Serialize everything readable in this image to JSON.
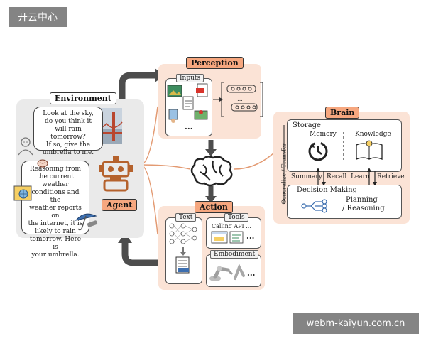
{
  "watermarks": {
    "top_left": "开云中心",
    "bottom_right": "webm-kaiyun.com.cn"
  },
  "environment": {
    "title": "Environment",
    "bubble_top": [
      "Look at the sky,",
      "do you think it",
      "will rain tomorrow?",
      "If so, give the",
      "umbrella to me."
    ],
    "bubble_bottom": [
      "Reasoning from",
      "the current weather",
      "conditions and the",
      "weather reports on",
      "the internet, it is",
      "likely to rain",
      "tomorrow. Here is",
      "your umbrella."
    ]
  },
  "agent": {
    "label": "Agent"
  },
  "perception": {
    "title": "Perception",
    "inputs_label": "Inputs",
    "ellipsis": "..."
  },
  "brain": {
    "title": "Brain",
    "storage_label": "Storage",
    "memory_label": "Memory",
    "knowledge_label": "Knowledge",
    "summary_label": "Summary",
    "recall_label": "Recall",
    "learn_label": "Learn",
    "retrieve_label": "Retrieve",
    "side_label": "Generalize / Transfer",
    "decision_label": "Decision Making",
    "planning_line1": "Planning",
    "planning_line2": "/ Reasoning"
  },
  "action": {
    "title": "Action",
    "text_label": "Text",
    "tools_label": "Tools",
    "calling_api": "Calling API ...",
    "embodiment_label": "Embodiment",
    "ellipsis": "..."
  },
  "colors": {
    "accent_orange": "#f6a77f",
    "panel_peach": "#fbe3d6",
    "arrow_dark": "#4d4d4d",
    "robot_brown": "#b5622d"
  },
  "icons": [
    "person-icon",
    "robot-icon",
    "brain-icon",
    "timer-icon",
    "book-icon",
    "flow-icon",
    "neural-net-icon",
    "document-icon",
    "robot-arm-icon",
    "umbrella-icon",
    "globe-icon",
    "golden-gate-icon"
  ]
}
